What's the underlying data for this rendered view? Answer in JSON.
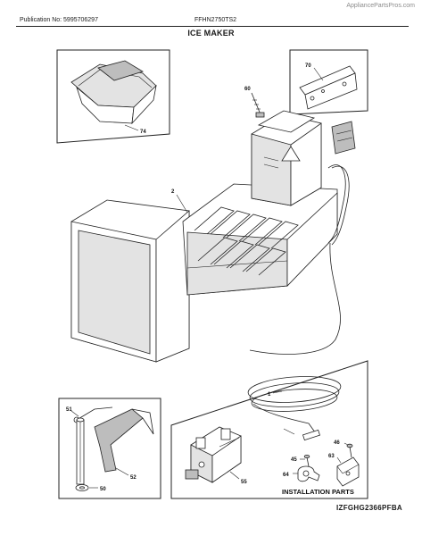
{
  "header": {
    "publication": "Publication No: 5995706297",
    "model": "FFHN2750TS2",
    "watermark": "AppliancePartsPros.com"
  },
  "title": "ICE MAKER",
  "diagram_code": "IZFGHG2366PFBA",
  "installation_label": "INSTALLATION PARTS",
  "callouts": {
    "c1": "1",
    "c2": "2",
    "c45": "45",
    "c46": "46",
    "c50": "50",
    "c51": "51",
    "c52": "52",
    "c55": "55",
    "c60": "60",
    "c63": "63",
    "c64": "64",
    "c70": "70",
    "c74": "74"
  }
}
